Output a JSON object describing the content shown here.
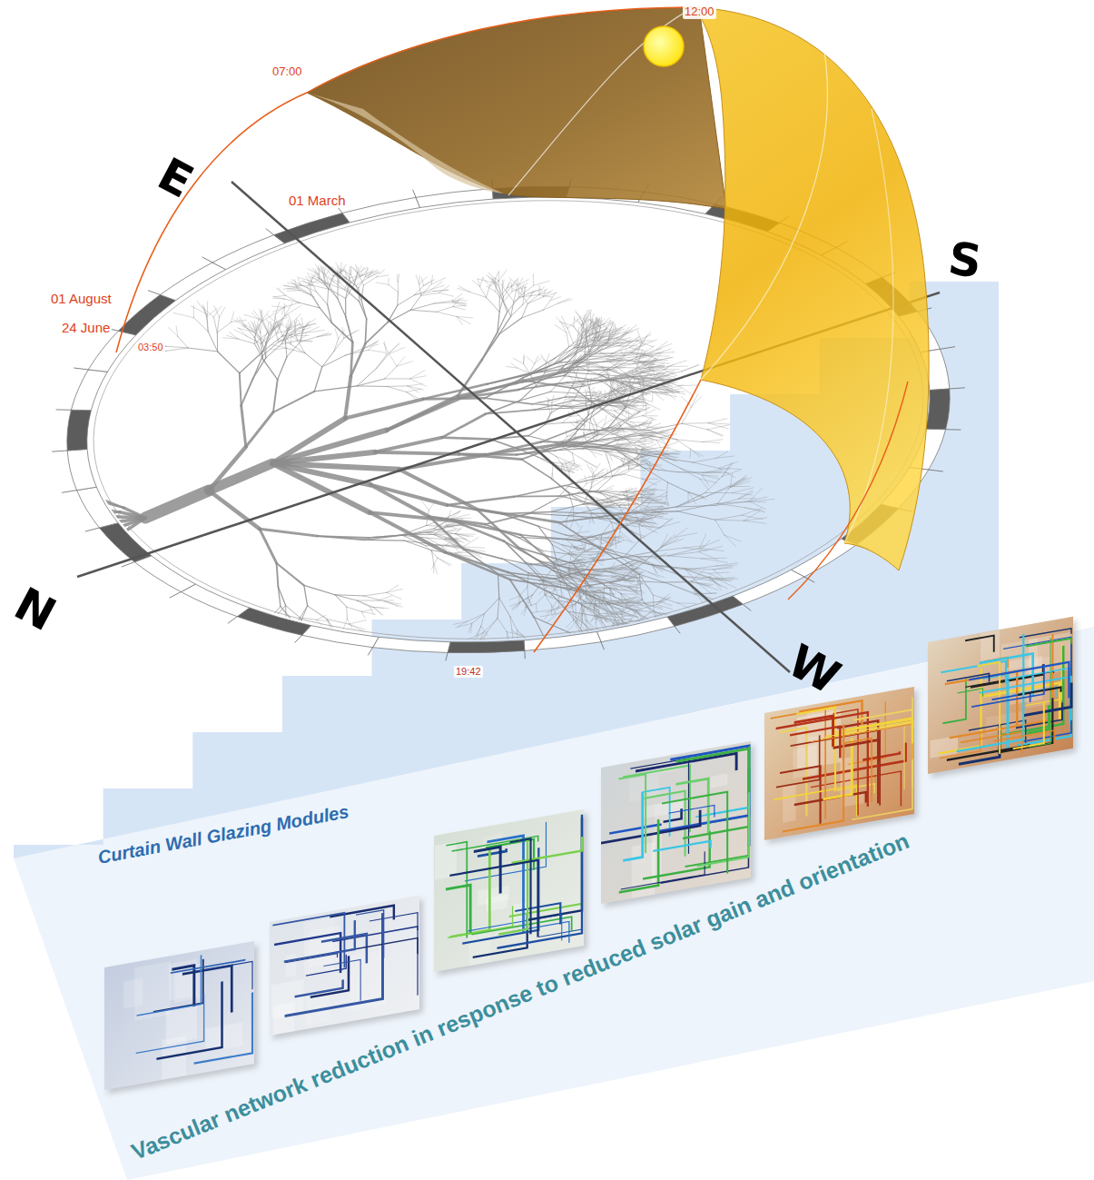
{
  "diagram": {
    "labels": [
      "E",
      "S",
      "W",
      "N",
      "07:00",
      "12:00",
      "01 March",
      "01 August",
      "24 June",
      "03:50",
      "19:42",
      "Curtain Wall Glazing Modules",
      "Vascular network reduction in response to reduced solar gain and orientation"
    ]
  }
}
